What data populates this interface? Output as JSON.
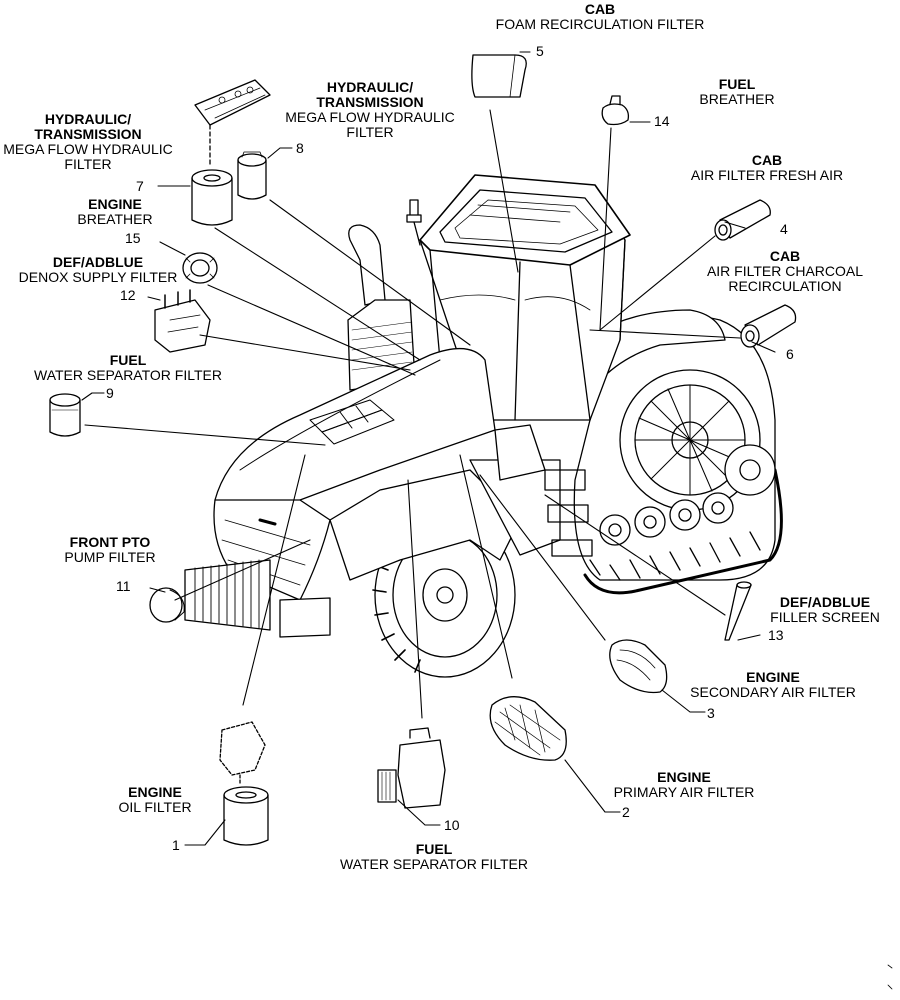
{
  "labels": {
    "cab_foam": {
      "title": "CAB",
      "sub": "FOAM RECIRCULATION FILTER"
    },
    "hyd_center": {
      "title": "HYDRAULIC/\nTRANSMISSION",
      "sub": "MEGA FLOW HYDRAULIC\nFILTER"
    },
    "hyd_left": {
      "title": "HYDRAULIC/\nTRANSMISSION",
      "sub": "MEGA FLOW HYDRAULIC\nFILTER"
    },
    "fuel_breather": {
      "title": "FUEL",
      "sub": "BREATHER"
    },
    "cab_fresh": {
      "title": "CAB",
      "sub": "AIR FILTER FRESH AIR"
    },
    "cab_charcoal": {
      "title": "CAB",
      "sub": "AIR FILTER CHARCOAL\nRECIRCULATION"
    },
    "engine_breather": {
      "title": "ENGINE",
      "sub": "BREATHER"
    },
    "def_denox": {
      "title": "DEF/ADBLUE",
      "sub": "DENOX SUPPLY FILTER"
    },
    "fuel_water_upper": {
      "title": "FUEL",
      "sub": "WATER SEPARATOR FILTER"
    },
    "front_pto": {
      "title": "FRONT PTO",
      "sub": "PUMP FILTER"
    },
    "def_filler": {
      "title": "DEF/ADBLUE",
      "sub": "FILLER SCREEN"
    },
    "engine_secondary": {
      "title": "ENGINE",
      "sub": "SECONDARY AIR FILTER"
    },
    "engine_primary": {
      "title": "ENGINE",
      "sub": "PRIMARY AIR FILTER"
    },
    "engine_oil": {
      "title": "ENGINE",
      "sub": "OIL FILTER"
    },
    "fuel_water_lower": {
      "title": "FUEL",
      "sub": "WATER SEPARATOR FILTER"
    }
  },
  "callouts": {
    "n1": "1",
    "n2": "2",
    "n3": "3",
    "n4": "4",
    "n5": "5",
    "n6": "6",
    "n7": "7",
    "n8": "8",
    "n9": "9",
    "n10": "10",
    "n11": "11",
    "n12": "12",
    "n13": "13",
    "n14": "14",
    "n15": "15"
  },
  "colors": {
    "ink": "#000000",
    "paper": "#ffffff",
    "shade": "#d8d8d8"
  }
}
